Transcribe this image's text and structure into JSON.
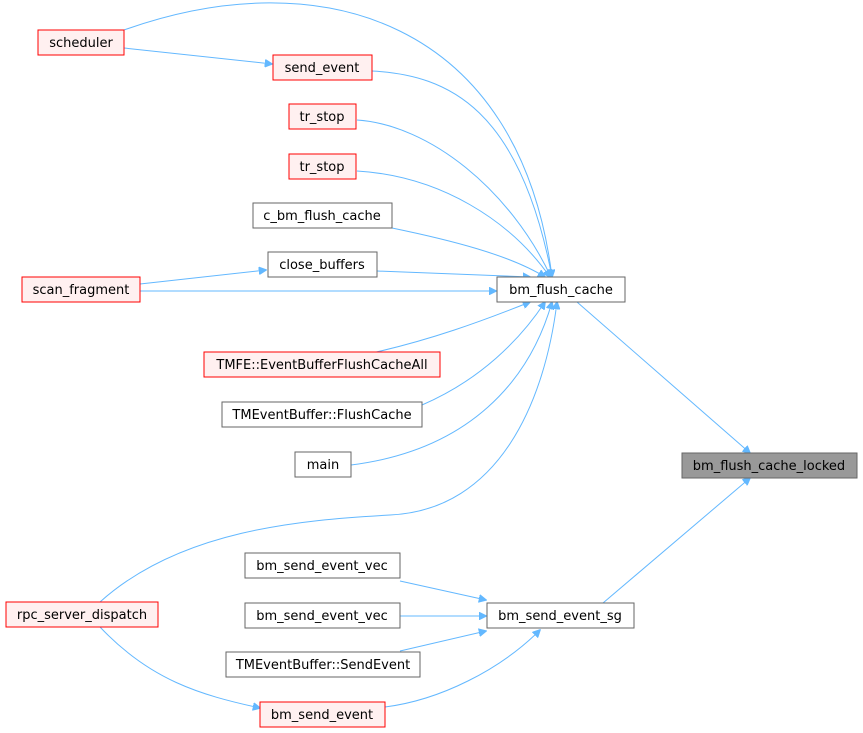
{
  "colors": {
    "edge": "#63b8ff",
    "node_border_plain": "#666666",
    "node_border_red": "#ff0000",
    "node_fill_red": "#fff0f0",
    "node_fill_plain": "#ffffff",
    "node_fill_focus": "#999999",
    "node_border_focus": "#666666"
  },
  "nodes": {
    "scheduler": {
      "label": "scheduler",
      "style": "red"
    },
    "send_event": {
      "label": "send_event",
      "style": "red"
    },
    "tr_stop_1": {
      "label": "tr_stop",
      "style": "red"
    },
    "tr_stop_2": {
      "label": "tr_stop",
      "style": "red"
    },
    "c_bm_flush_cache": {
      "label": "c_bm_flush_cache",
      "style": "plain"
    },
    "close_buffers": {
      "label": "close_buffers",
      "style": "plain"
    },
    "scan_fragment": {
      "label": "scan_fragment",
      "style": "red"
    },
    "bm_flush_cache": {
      "label": "bm_flush_cache",
      "style": "plain"
    },
    "tmfe_flush_all": {
      "label": "TMFE::EventBufferFlushCacheAll",
      "style": "red"
    },
    "tmeventbuffer_flushcache": {
      "label": "TMEventBuffer::FlushCache",
      "style": "plain"
    },
    "main": {
      "label": "main",
      "style": "plain"
    },
    "bm_flush_cache_locked": {
      "label": "bm_flush_cache_locked",
      "style": "focus"
    },
    "rpc_server_dispatch": {
      "label": "rpc_server_dispatch",
      "style": "red"
    },
    "bm_send_event_vec_1": {
      "label": "bm_send_event_vec",
      "style": "plain"
    },
    "bm_send_event_vec_2": {
      "label": "bm_send_event_vec",
      "style": "plain"
    },
    "bm_send_event_sg": {
      "label": "bm_send_event_sg",
      "style": "plain"
    },
    "tmeventbuffer_sendevent": {
      "label": "TMEventBuffer::SendEvent",
      "style": "plain"
    },
    "bm_send_event": {
      "label": "bm_send_event",
      "style": "red"
    }
  },
  "edges": [
    {
      "from": "scheduler",
      "to": "bm_flush_cache"
    },
    {
      "from": "scheduler",
      "to": "send_event"
    },
    {
      "from": "send_event",
      "to": "bm_flush_cache"
    },
    {
      "from": "tr_stop_1",
      "to": "bm_flush_cache"
    },
    {
      "from": "tr_stop_2",
      "to": "bm_flush_cache"
    },
    {
      "from": "c_bm_flush_cache",
      "to": "bm_flush_cache"
    },
    {
      "from": "close_buffers",
      "to": "bm_flush_cache"
    },
    {
      "from": "scan_fragment",
      "to": "close_buffers"
    },
    {
      "from": "scan_fragment",
      "to": "bm_flush_cache"
    },
    {
      "from": "tmfe_flush_all",
      "to": "bm_flush_cache"
    },
    {
      "from": "tmeventbuffer_flushcache",
      "to": "bm_flush_cache"
    },
    {
      "from": "main",
      "to": "bm_flush_cache"
    },
    {
      "from": "rpc_server_dispatch",
      "to": "bm_flush_cache"
    },
    {
      "from": "rpc_server_dispatch",
      "to": "bm_send_event"
    },
    {
      "from": "bm_flush_cache",
      "to": "bm_flush_cache_locked"
    },
    {
      "from": "bm_send_event_sg",
      "to": "bm_flush_cache_locked"
    },
    {
      "from": "bm_send_event_vec_1",
      "to": "bm_send_event_sg"
    },
    {
      "from": "bm_send_event_vec_2",
      "to": "bm_send_event_sg"
    },
    {
      "from": "tmeventbuffer_sendevent",
      "to": "bm_send_event_sg"
    },
    {
      "from": "bm_send_event",
      "to": "bm_send_event_sg"
    }
  ]
}
